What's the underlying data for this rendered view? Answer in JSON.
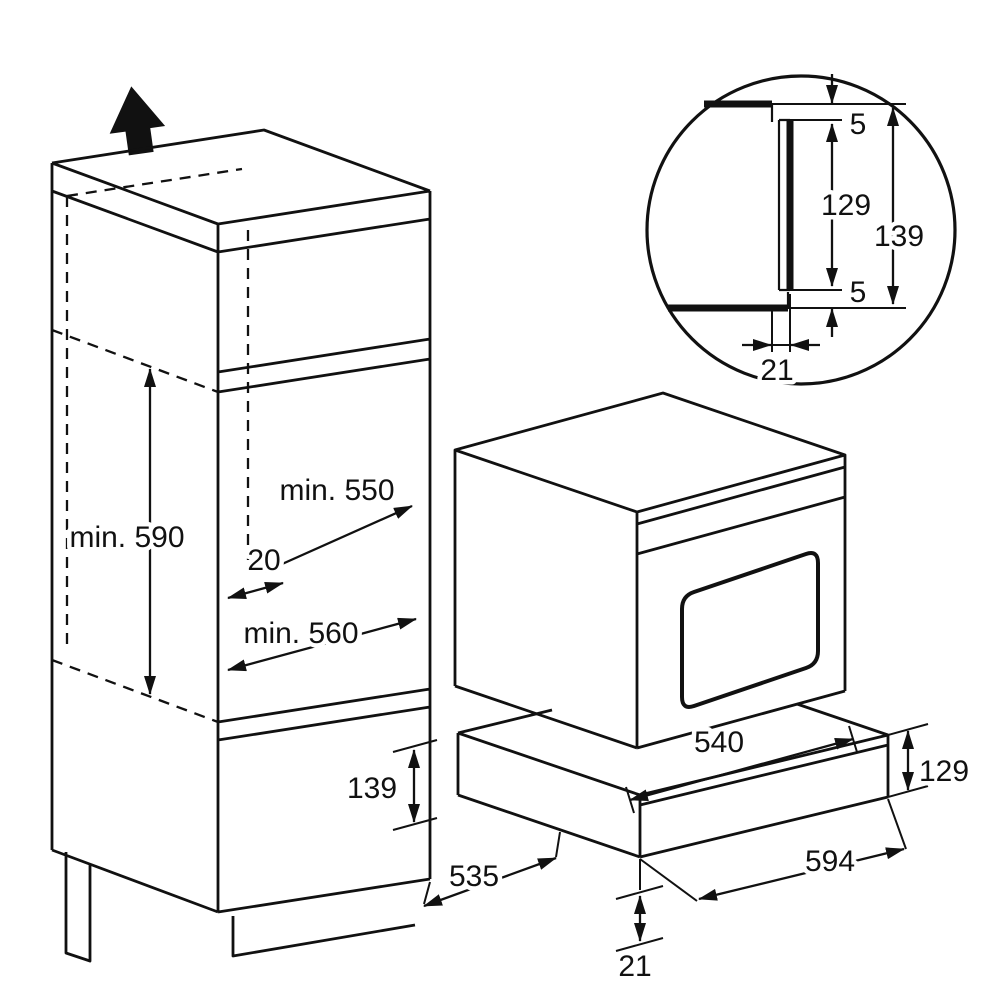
{
  "diagram": {
    "background": "#ffffff",
    "line_color": "#111111",
    "icons": {
      "direction_arrow": "up-arrow"
    },
    "cabinet": {
      "niche_height": "min. 590",
      "niche_depth": "min. 550",
      "rear_gap": "20",
      "niche_width": "min. 560",
      "plinth_niche_height": "139",
      "plinth_depth": "535"
    },
    "appliance": {
      "width": "540",
      "plinth_height": "129",
      "plinth_width": "594",
      "plinth_offset": "21"
    },
    "detail": {
      "gap_top": "5",
      "front_height": "129",
      "total_height": "139",
      "gap_bottom": "5",
      "depth": "21"
    }
  }
}
